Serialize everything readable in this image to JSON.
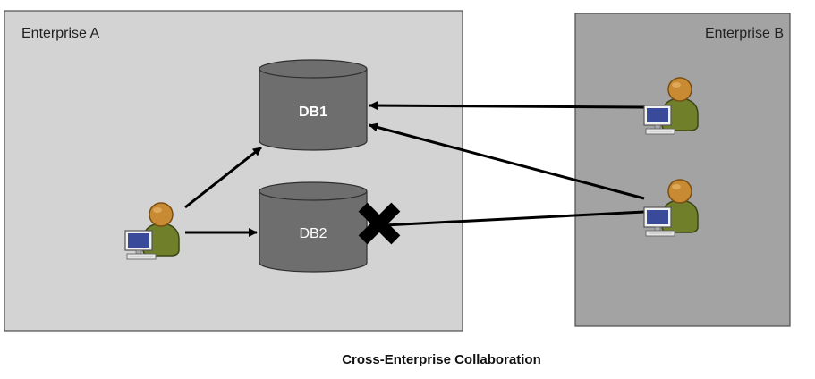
{
  "enterprise_a": {
    "title": "Enterprise A"
  },
  "enterprise_b": {
    "title": "Enterprise B"
  },
  "db1": {
    "label": "DB1"
  },
  "db2": {
    "label": "DB2"
  },
  "caption": "Cross-Enterprise Collaboration",
  "icons": {
    "user": "user-at-computer-icon",
    "blocked": "blocked-x-icon"
  },
  "colors": {
    "enterprise_a_fill": "#d3d3d3",
    "enterprise_b_fill": "#a3a3a3",
    "database_fill": "#6e6e6e",
    "arrow": "#000000",
    "user_head": "#c88a33",
    "user_body": "#6f7f2a",
    "monitor_screen": "#3a4a9a"
  }
}
